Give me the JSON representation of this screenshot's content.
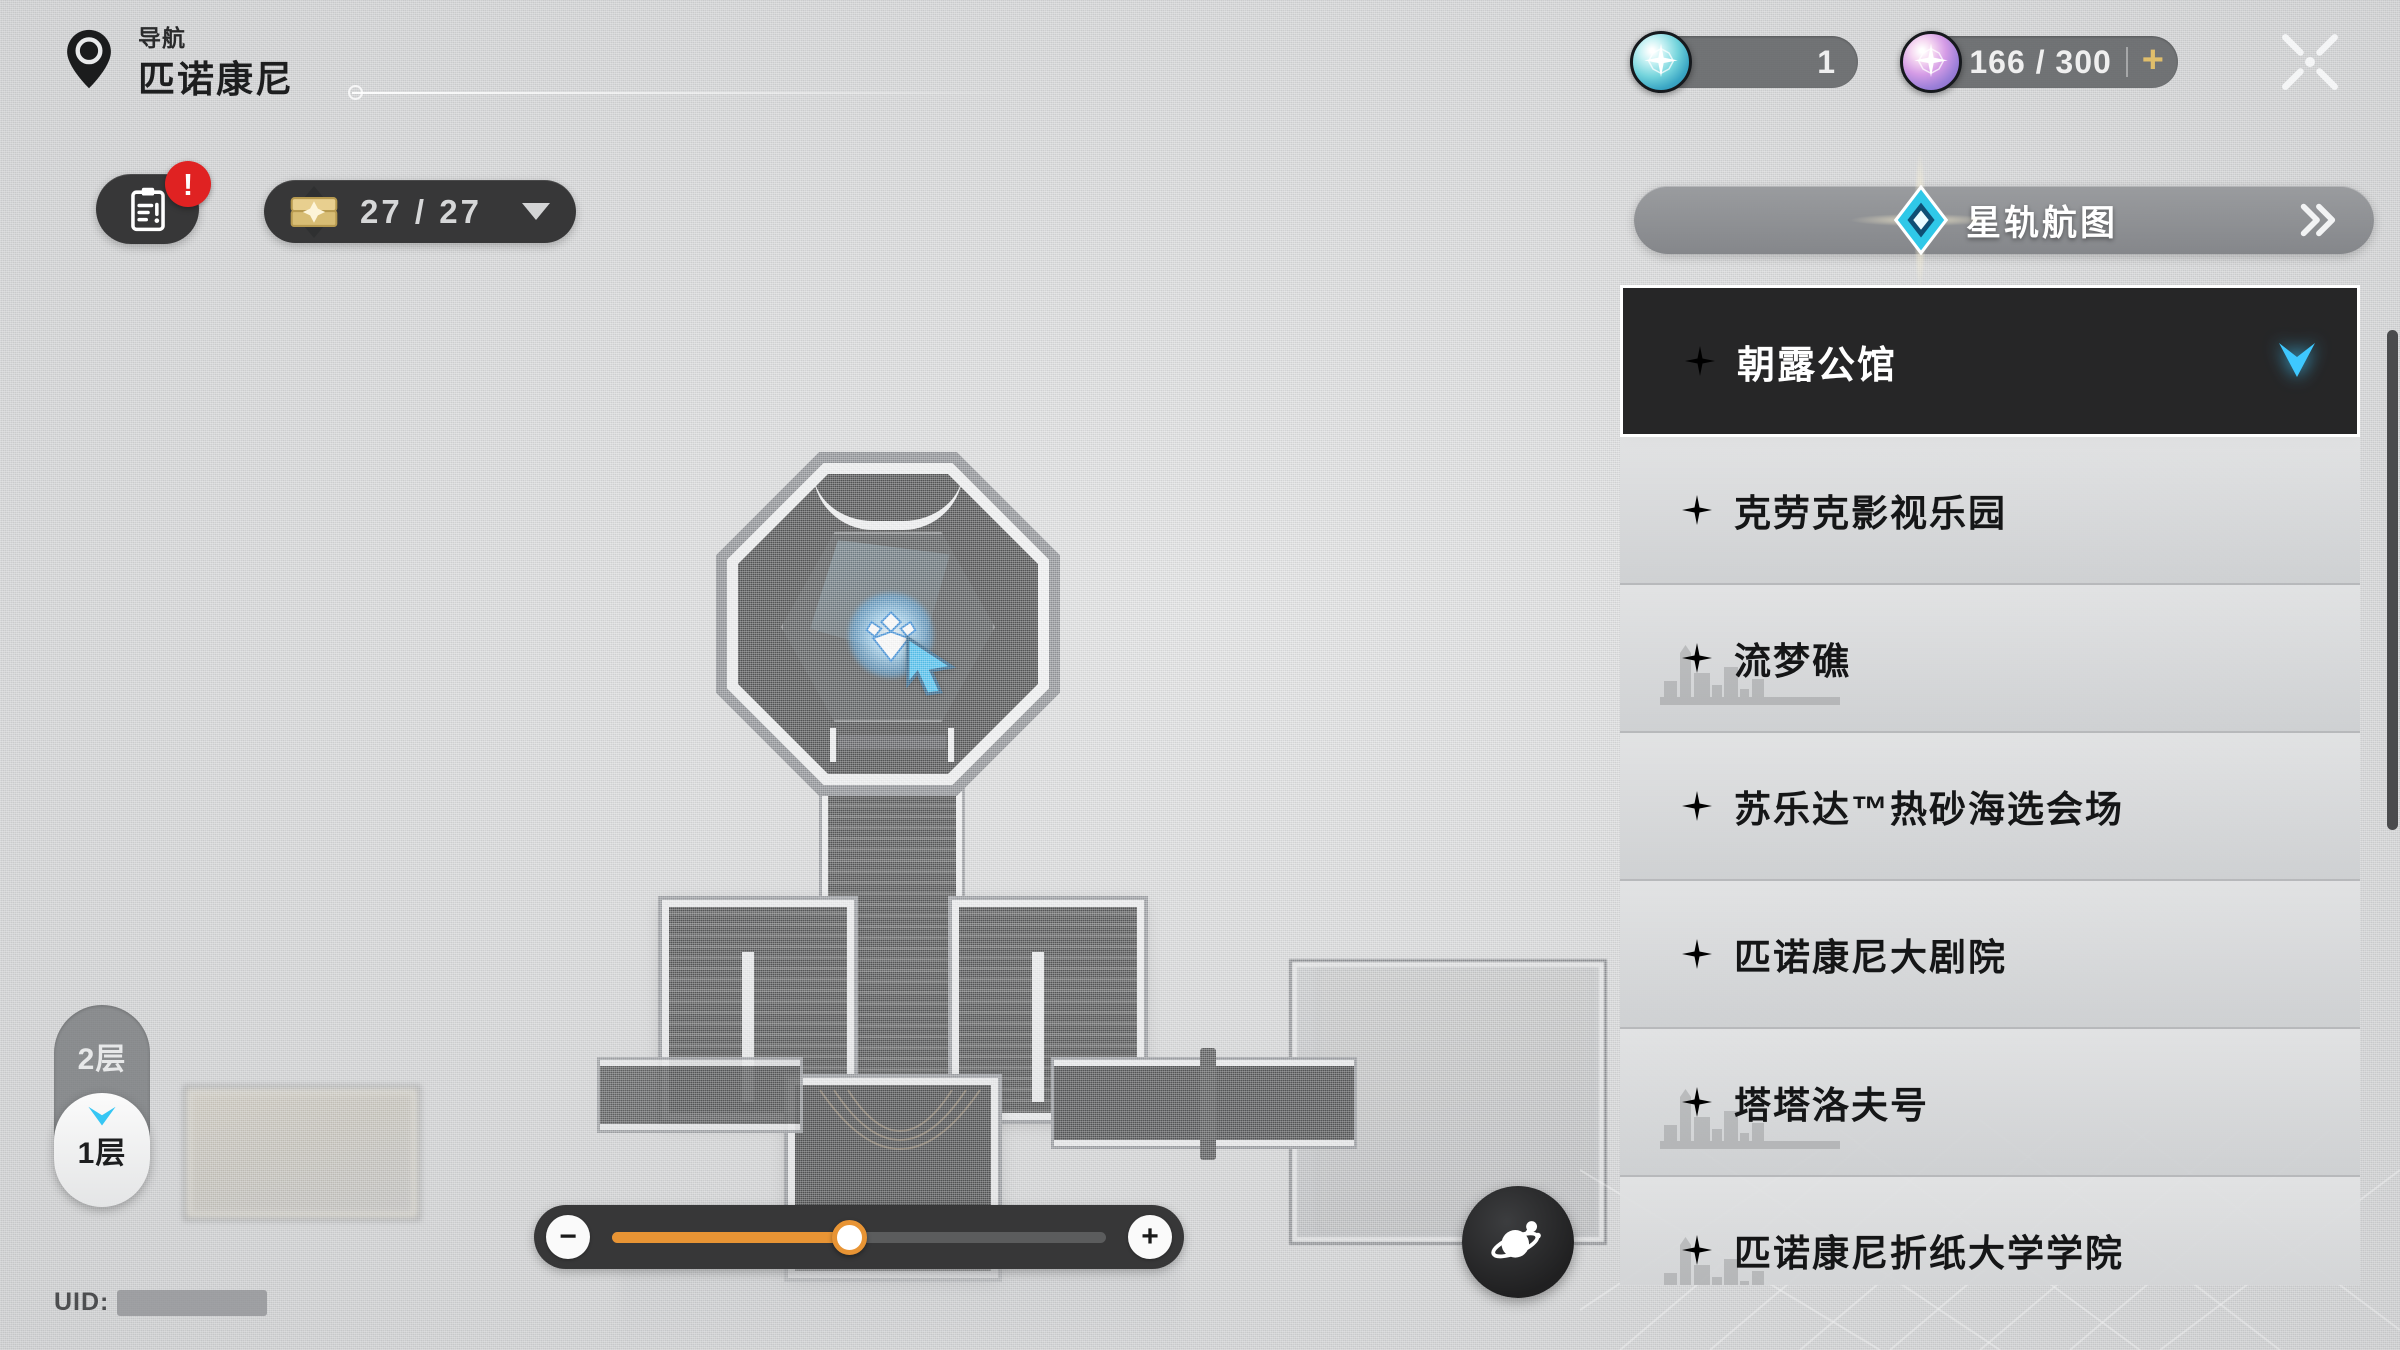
{
  "header": {
    "nav_kicker": "导航",
    "nav_title": "匹诺康尼",
    "pin_icon": "map-pin-icon",
    "close_icon": "close-icon"
  },
  "toolbar": {
    "journal_icon": "clipboard-icon",
    "journal_badge": "!",
    "chest_icon": "treasure-chest-icon",
    "chest_count": "27 / 27",
    "chest_dropdown_icon": "chevron-down-icon"
  },
  "currencies": [
    {
      "id": "trailblaze-power",
      "icon": "teal-orb-icon",
      "value": "1",
      "has_plus": false
    },
    {
      "id": "stellar-jade",
      "icon": "pink-orb-icon",
      "value": "166 / 300",
      "has_plus": true,
      "plus_label": "+"
    }
  ],
  "star_rail_map_button": {
    "label": "星轨航图",
    "icon": "star-diamond-icon",
    "chevron_icon": "double-chevron-right-icon"
  },
  "location_list": {
    "selected_index": 0,
    "marker_icon": "double-chevron-right-icon",
    "selected_chevron_icon": "chevron-down-icon",
    "items": [
      {
        "label": "朝露公馆",
        "icon": "sparkle-icon",
        "skyline": false
      },
      {
        "label": "克劳克影视乐园",
        "icon": "sparkle-icon",
        "skyline": false
      },
      {
        "label": "流梦礁",
        "icon": "sparkle-icon",
        "skyline": true
      },
      {
        "label": "苏乐达™热砂海选会场",
        "icon": "sparkle-icon",
        "skyline": false
      },
      {
        "label": "匹诺康尼大剧院",
        "icon": "sparkle-icon",
        "skyline": false
      },
      {
        "label": "塔塔洛夫号",
        "icon": "sparkle-icon",
        "skyline": true
      },
      {
        "label": "匹诺康尼折纸大学学院",
        "icon": "sparkle-icon",
        "skyline": true
      }
    ]
  },
  "floor_selector": {
    "floors": [
      {
        "label": "2层",
        "active": false
      },
      {
        "label": "1层",
        "active": true
      }
    ],
    "active_chevron_icon": "chevron-down-icon"
  },
  "uid": {
    "label": "UID:",
    "value": ""
  },
  "zoom_control": {
    "minus_label": "−",
    "plus_label": "+",
    "percent": 48
  },
  "planet_button": {
    "icon": "planet-icon"
  },
  "map": {
    "player_marker_icon": "gem-marker-icon",
    "cursor_icon": "cursor-arrow-icon"
  },
  "colors": {
    "accent_orange": "#e89434",
    "accent_cyan": "#3ec8ff",
    "panel_dark": "#262627",
    "background": "#d9dadb",
    "gold": "#e0be6b",
    "alert_red": "#e02222"
  }
}
